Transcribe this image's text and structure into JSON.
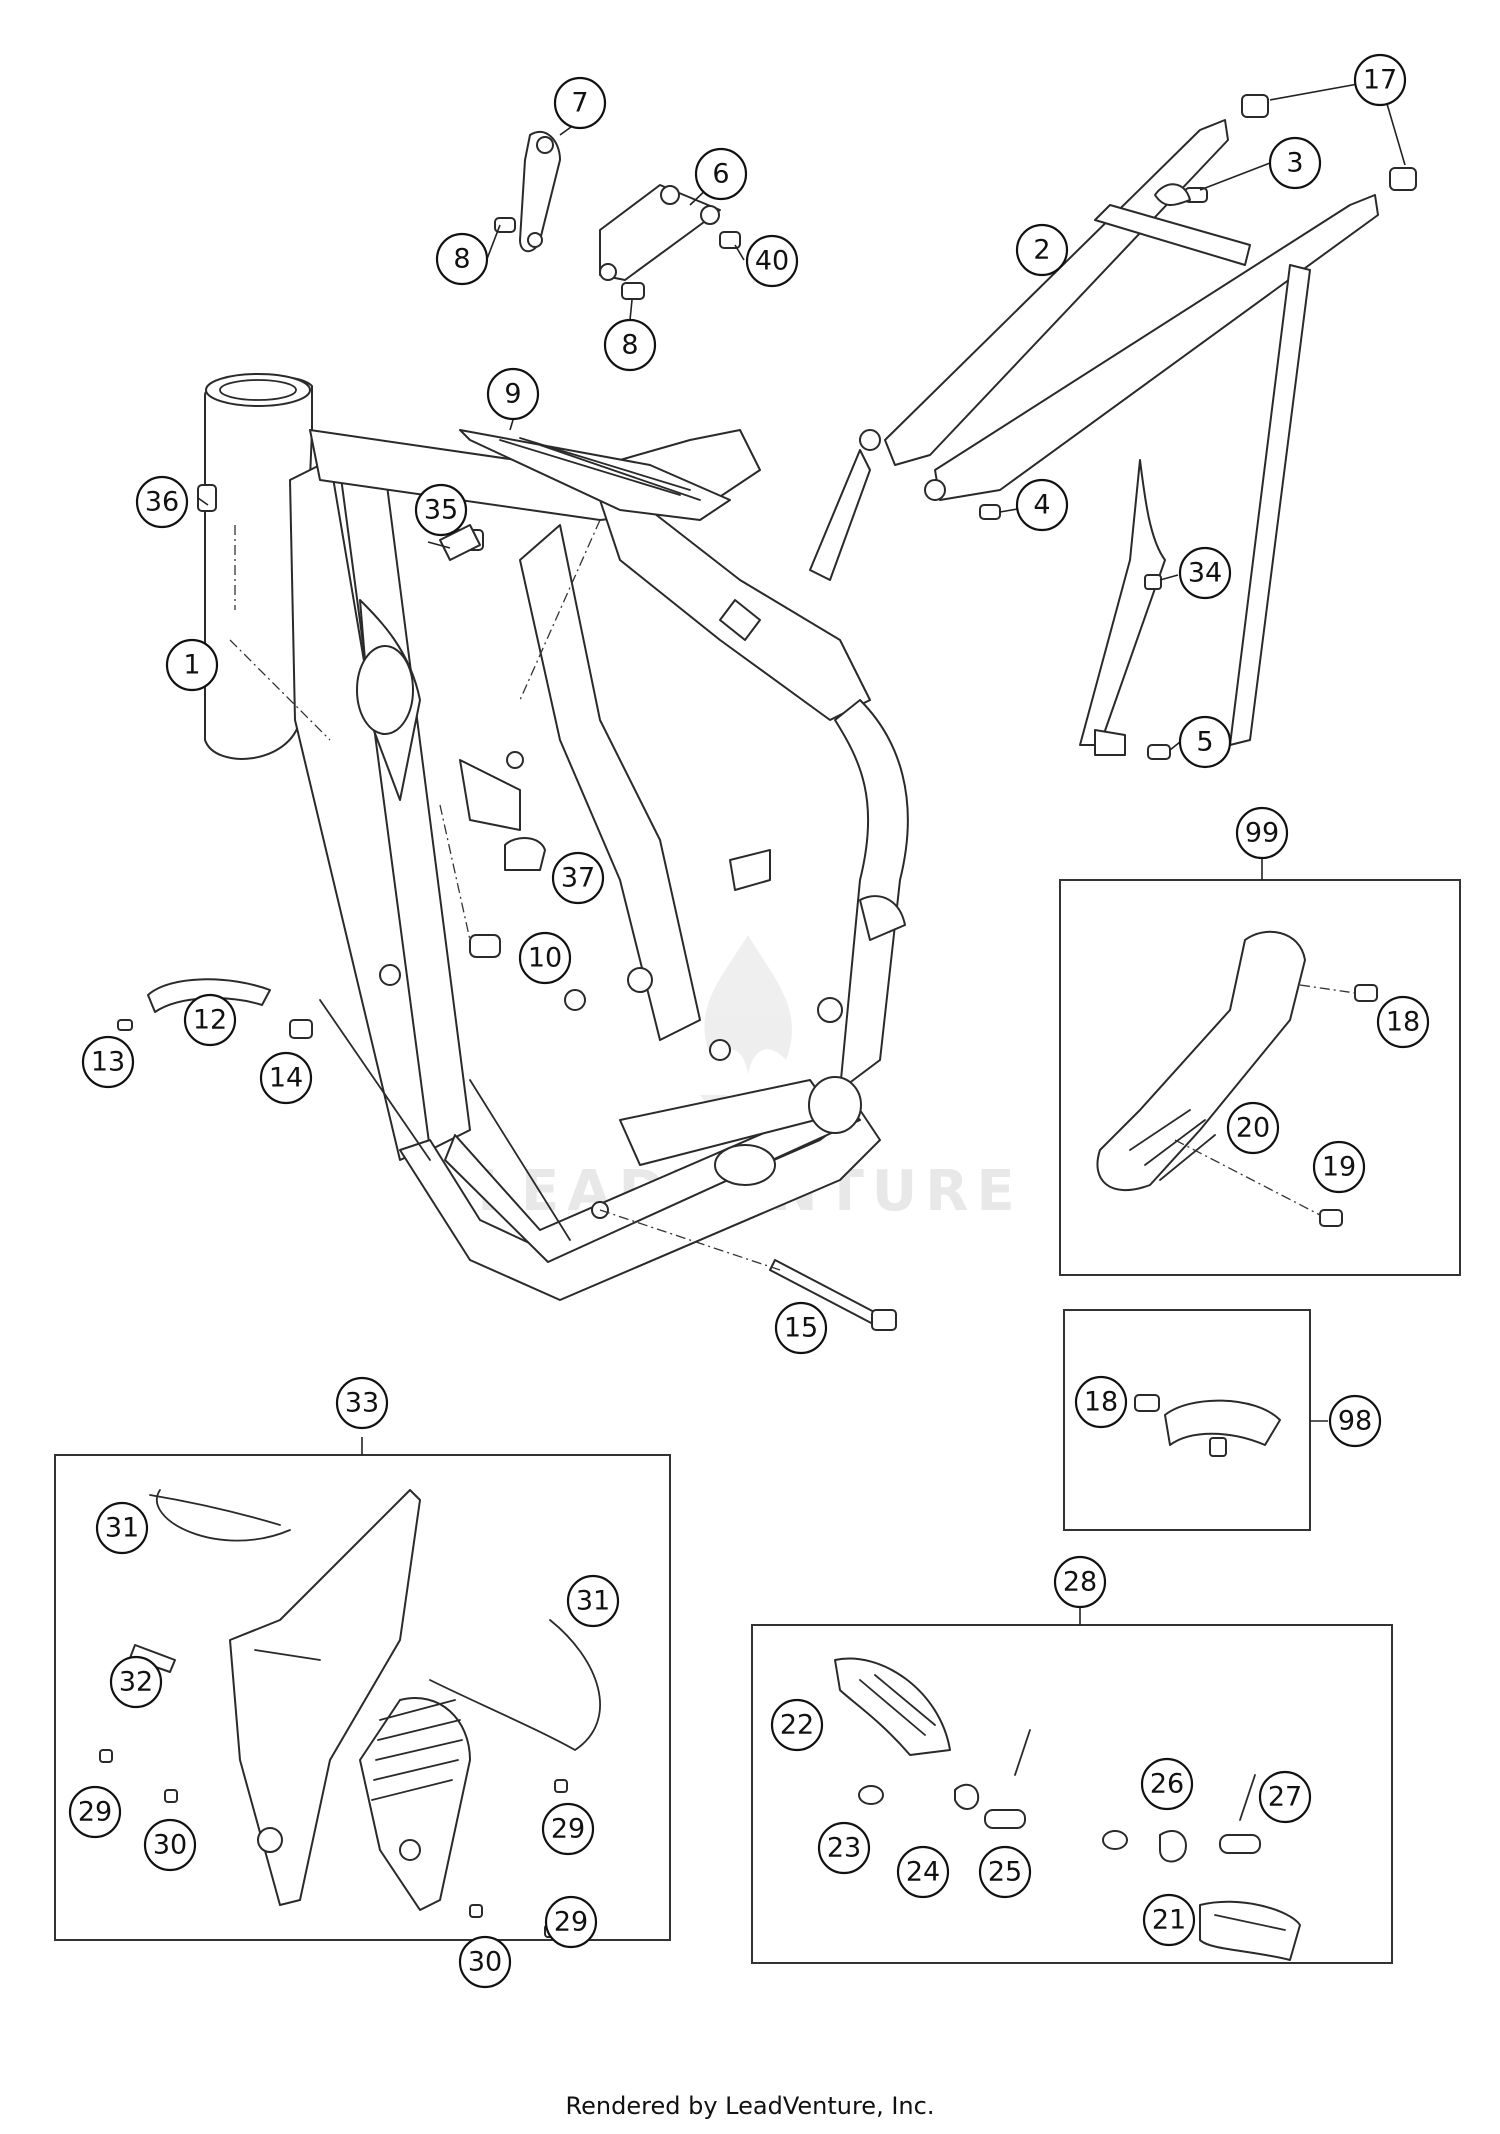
{
  "diagram": {
    "callouts": [
      {
        "id": "c1",
        "label": "1"
      },
      {
        "id": "c2",
        "label": "2"
      },
      {
        "id": "c3",
        "label": "3"
      },
      {
        "id": "c4",
        "label": "4"
      },
      {
        "id": "c5",
        "label": "5"
      },
      {
        "id": "c6",
        "label": "6"
      },
      {
        "id": "c7",
        "label": "7"
      },
      {
        "id": "c8a",
        "label": "8"
      },
      {
        "id": "c8b",
        "label": "8"
      },
      {
        "id": "c9",
        "label": "9"
      },
      {
        "id": "c10",
        "label": "10"
      },
      {
        "id": "c12",
        "label": "12"
      },
      {
        "id": "c13",
        "label": "13"
      },
      {
        "id": "c14",
        "label": "14"
      },
      {
        "id": "c15",
        "label": "15"
      },
      {
        "id": "c17",
        "label": "17"
      },
      {
        "id": "c18a",
        "label": "18"
      },
      {
        "id": "c18b",
        "label": "18"
      },
      {
        "id": "c19",
        "label": "19"
      },
      {
        "id": "c20",
        "label": "20"
      },
      {
        "id": "c21",
        "label": "21"
      },
      {
        "id": "c22",
        "label": "22"
      },
      {
        "id": "c23",
        "label": "23"
      },
      {
        "id": "c24",
        "label": "24"
      },
      {
        "id": "c25",
        "label": "25"
      },
      {
        "id": "c26",
        "label": "26"
      },
      {
        "id": "c27",
        "label": "27"
      },
      {
        "id": "c28",
        "label": "28"
      },
      {
        "id": "c29a",
        "label": "29"
      },
      {
        "id": "c29b",
        "label": "29"
      },
      {
        "id": "c29c",
        "label": "29"
      },
      {
        "id": "c30a",
        "label": "30"
      },
      {
        "id": "c30b",
        "label": "30"
      },
      {
        "id": "c31a",
        "label": "31"
      },
      {
        "id": "c31b",
        "label": "31"
      },
      {
        "id": "c32",
        "label": "32"
      },
      {
        "id": "c33",
        "label": "33"
      },
      {
        "id": "c34",
        "label": "34"
      },
      {
        "id": "c35",
        "label": "35"
      },
      {
        "id": "c36",
        "label": "36"
      },
      {
        "id": "c37",
        "label": "37"
      },
      {
        "id": "c40",
        "label": "40"
      },
      {
        "id": "c98",
        "label": "98"
      },
      {
        "id": "c99",
        "label": "99"
      }
    ],
    "watermark": "LEADVENTURE"
  },
  "footer": {
    "text": "Rendered by LeadVenture, Inc."
  }
}
